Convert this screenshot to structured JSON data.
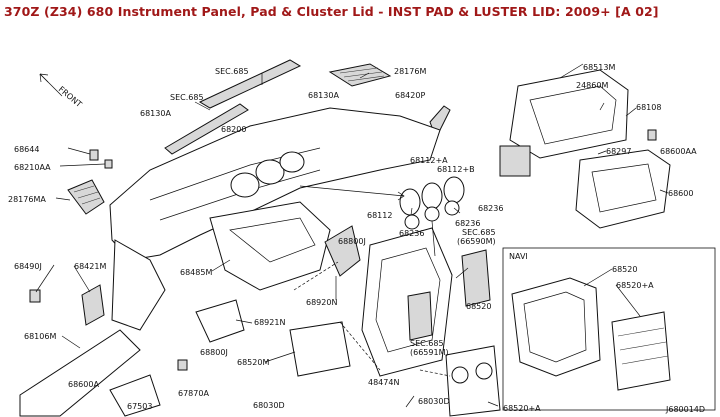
{
  "title": "370Z (Z34) 680 Instrument Panel, Pad & Cluster Lid - INST PAD & LUSTER LID: 2009+ [A 02]",
  "direction_label": "FRONT",
  "navi_label": "NAVI",
  "diagram_code": "J680014D",
  "callouts": {
    "sec685_top": "SEC.685",
    "p28176m": "28176M",
    "sec685_mid": "SEC.685",
    "p68130a_a": "68130A",
    "p68420p": "68420P",
    "p68130a_b": "68130A",
    "p68200": "68200",
    "p68644": "68644",
    "p68210aa": "68210AA",
    "p28176ma": "28176MA",
    "p68490j": "68490J",
    "p68421m": "68421M",
    "p68485m": "68485M",
    "p68106m": "68106M",
    "p68600a_l": "68600A",
    "p67503": "67503",
    "p67870a": "67870A",
    "p68921n": "68921N",
    "p68800j_a": "68800J",
    "p68520m": "68520M",
    "p68030d_a": "68030D",
    "p68920n": "68920N",
    "p68800j_b": "68800J",
    "p68112a": "68112+A",
    "p68112b": "68112+B",
    "p68112": "68112",
    "p68236_a": "68236",
    "p68236_b": "68236",
    "p68236_c": "68236",
    "sec685_r1": "SEC.685",
    "sec685_r1b": "(66590M)",
    "p68520_mid": "68520",
    "sec685_r2": "SEC.685",
    "sec685_r2b": "(66591M)",
    "p48474n": "48474N",
    "p68030d_b": "68030D",
    "p68520a_b": "68520+A",
    "p68513m": "68513M",
    "p24860m": "24860M",
    "p68108": "68108",
    "p68297": "68297",
    "p68600aa": "68600AA",
    "p68600": "68600",
    "p68520_navi": "68520",
    "p68520a_navi": "68520+A"
  },
  "colors": {
    "title": "#a01818",
    "line": "#111111",
    "background": "#ffffff"
  }
}
